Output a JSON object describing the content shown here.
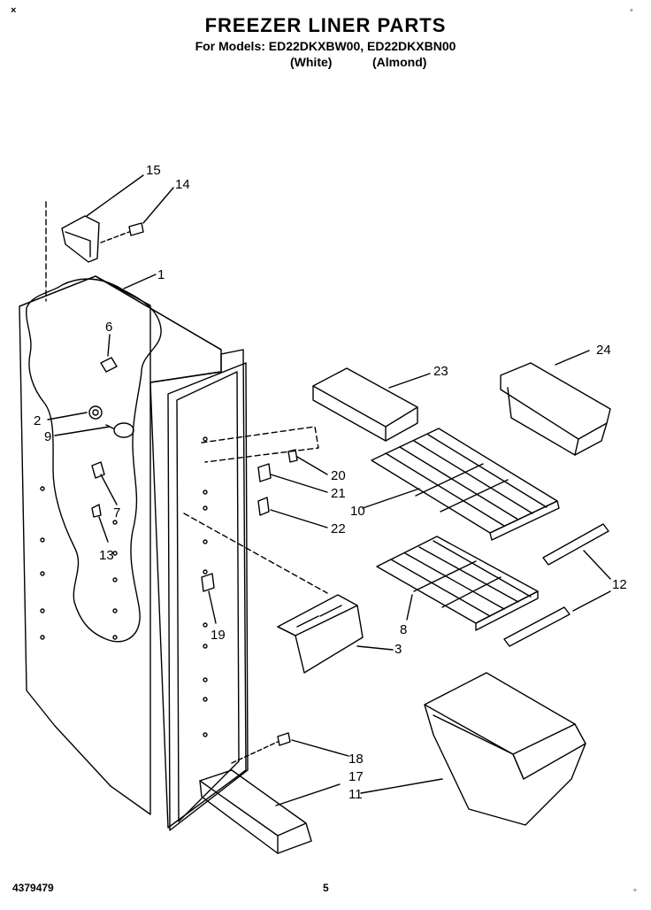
{
  "header": {
    "title": "FREEZER LINER PARTS",
    "models": "For Models: ED22DKXBW00, ED22DKXBN00",
    "variant_white": "(White)",
    "variant_almond": "(Almond)"
  },
  "corners": {
    "top_left": "×",
    "top_right": "◦",
    "bottom_right": "◦"
  },
  "footer": {
    "doc_id": "4379479",
    "page": "5"
  },
  "callouts": [
    "1",
    "2",
    "3",
    "6",
    "7",
    "8",
    "9",
    "10",
    "11",
    "12",
    "13",
    "14",
    "15",
    "17",
    "18",
    "19",
    "20",
    "21",
    "22",
    "23",
    "24"
  ]
}
